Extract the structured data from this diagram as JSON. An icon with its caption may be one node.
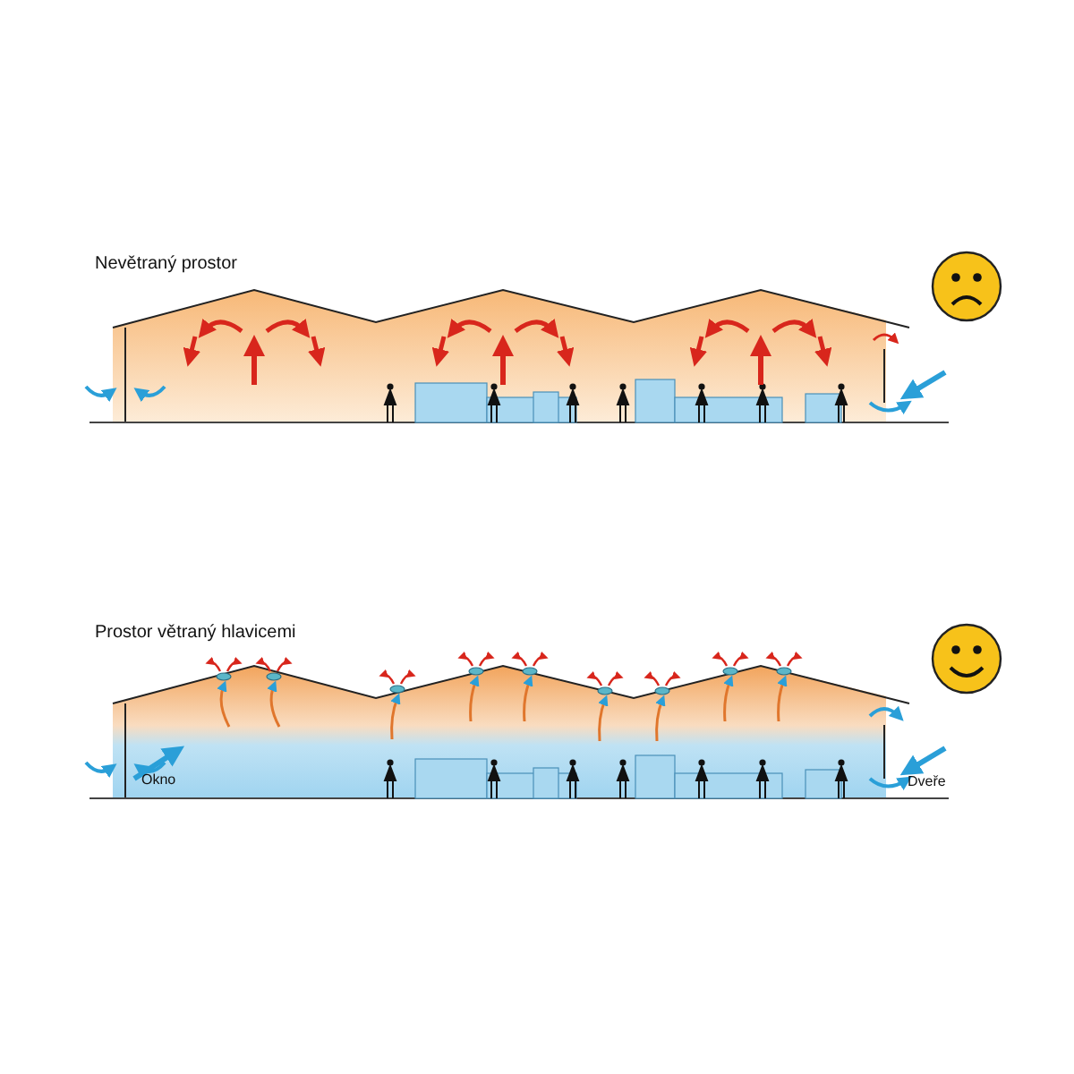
{
  "diagram": {
    "labels": [
      "Nevětraný prostor",
      "Prostor větraný hlavicemi",
      "Okno",
      "Dveře"
    ]
  }
}
